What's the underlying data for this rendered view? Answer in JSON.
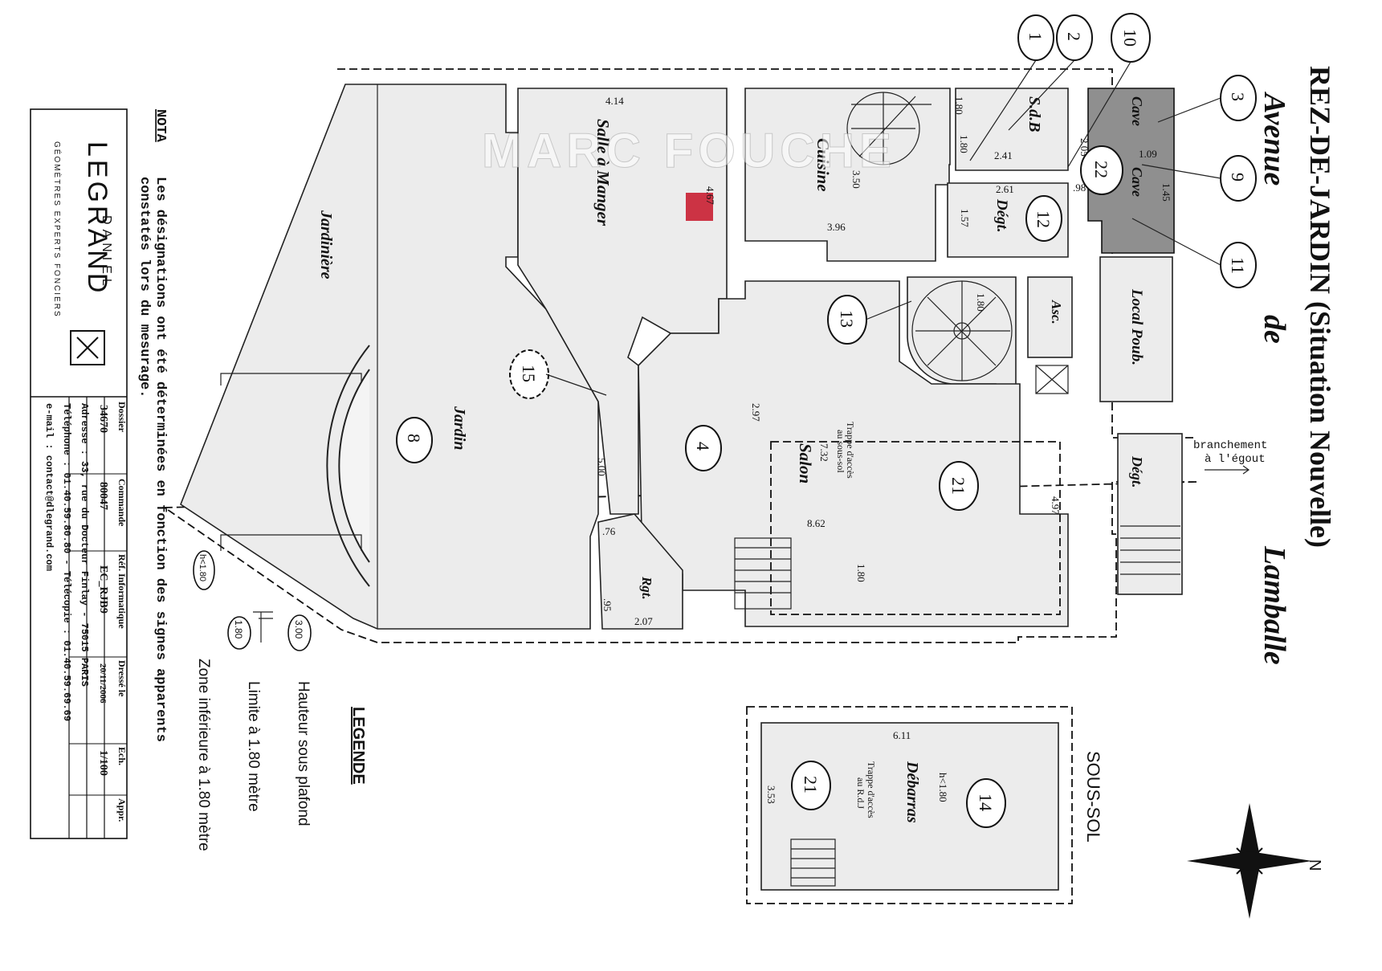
{
  "title": {
    "line1": "REZ-DE-JARDIN (Situation Nouvelle)",
    "line2a": "Avenue",
    "line2b": "de",
    "line2c": "Lamballe"
  },
  "watermark": "MARC FOUCHE",
  "sous_sol_label": "SOUS-SOL",
  "north_label": "N",
  "sewer_label": [
    "branchement",
    "à l'égout"
  ],
  "rooms": {
    "salle_a_manger": "Salle à Manger",
    "cuisine": "Cuisine",
    "sdb": "S.d.B",
    "degt1": "Dégt.",
    "degt2": "Dégt.",
    "cave1": "Cave",
    "cave2": "Cave",
    "local_poub": "Local Poub.",
    "asc": "Asc.",
    "salon": "Salon",
    "jardin": "Jardin",
    "jardiniere": "Jardinière",
    "rgt": "Rgt.",
    "debarras": "Débarras",
    "trappe1": [
      "Trappe d'accès",
      "au sous-sol"
    ],
    "trappe2": [
      "Trappe d'accès",
      "au R.d.J"
    ]
  },
  "dimensions": {
    "d414": "4.14",
    "d467": "4.67",
    "d350": "3.50",
    "d396": "3.96",
    "d180a": "1.80",
    "d180b": "1.80",
    "d241": "2.41",
    "d205": "2.05",
    "d261": "2.61",
    "d157": "1.57",
    "d109": "1.09",
    "d145": "1.45",
    "d98": ".98",
    "d180c": "1.80",
    "d297": "2.97",
    "d732": "7.32",
    "d862": "8.62",
    "d497": "4.97",
    "d500": "5.00",
    "d76": ".76",
    "d95": ".95",
    "d207": "2.07",
    "d180d": "1.80",
    "d611": "6.11",
    "d353": "3.53",
    "dh180": "h<1.80"
  },
  "markers": {
    "m1": "1",
    "m2": "2",
    "m10": "10",
    "m3": "3",
    "m9": "9",
    "m11": "11",
    "m22": "22",
    "m12": "12",
    "m13": "13",
    "m15": "15",
    "m8": "8",
    "m4": "4",
    "m21a": "21",
    "m21b": "21",
    "m14": "14"
  },
  "legend": {
    "title": "LEGENDE",
    "sym1": "3.00",
    "text1": "Hauteur sous plafond",
    "sym2": "1.80",
    "text2": "Limite à 1.80 mètre",
    "sym3": "h<1.80",
    "text3": "Zone inférieure à 1.80 mètre"
  },
  "nota": {
    "label": "NOTA",
    "line1": "Les désignations ont été déterminées en fonction des signes apparents",
    "line2": "constatés lors du mesurage."
  },
  "cartouche": {
    "brand_top": "DANIEL",
    "brand_main": "LEGRAND",
    "brand_sub": "GÉOMÈTRES EXPERTS FONCIERS",
    "headers": [
      "Dossier",
      "Commande",
      "Réf. Informatique",
      "Dressé le",
      "Ech.",
      "Appr."
    ],
    "values": [
      "34670",
      "80047",
      "EC_RJB9",
      "20/11/2006",
      "1/100",
      ""
    ],
    "address": "Adresse : 33, rue du Docteur Finlay - 75015 PARIS",
    "phone": "Téléphone : 01.40.59.80.80 - Télécopie : 01.40.59.69.69",
    "email": "e-mail : contact@dlegrand.com"
  }
}
